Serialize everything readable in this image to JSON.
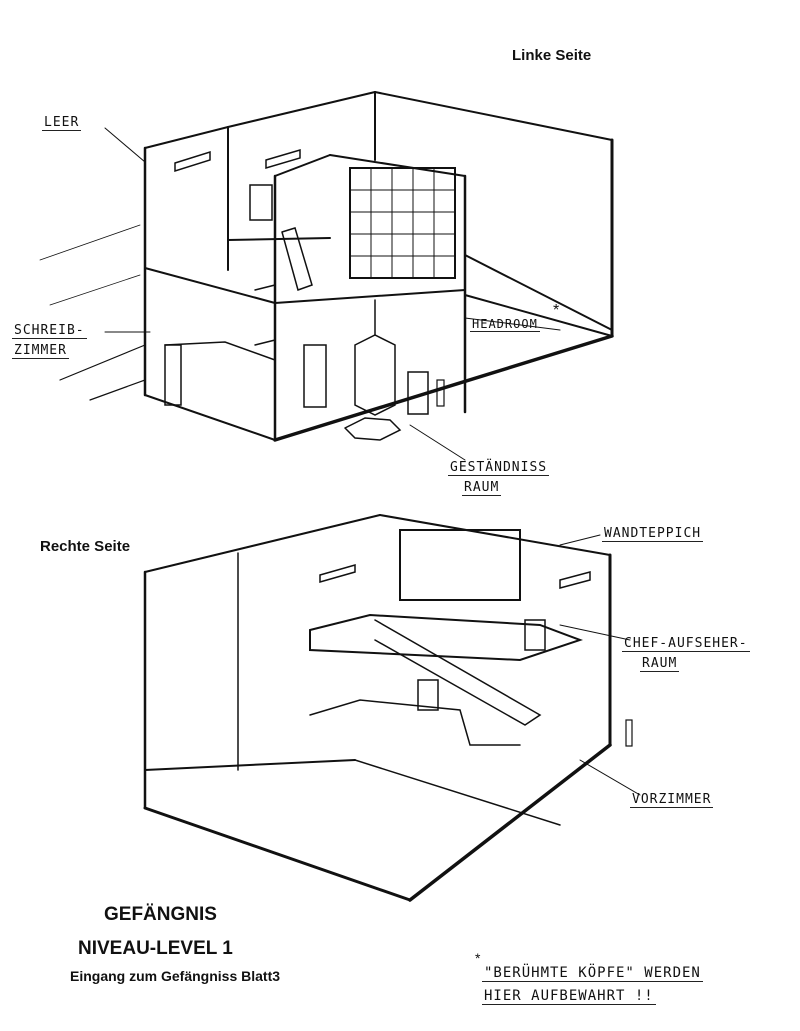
{
  "headings": {
    "left_side": "Linke Seite",
    "right_side": "Rechte Seite"
  },
  "labels_top": {
    "leer": "LEER",
    "schreibzimmer_1": "SCHREIB-",
    "schreibzimmer_2": "ZIMMER",
    "headroom": "HEADROOM",
    "headroom_mark": "*",
    "gestaendnis_1": "GESTÄNDNISS",
    "gestaendnis_2": "RAUM"
  },
  "labels_bottom": {
    "wandteppich": "WANDTEPPICH",
    "chef_1": "CHEF-AUFSEHER-",
    "chef_2": "RAUM",
    "vorzimmer": "VORZIMMER"
  },
  "title": {
    "line1": "GEFÄNGNIS",
    "line2": "NIVEAU-LEVEL 1",
    "line3": "Eingang zum Gefängniss Blatt3"
  },
  "note": {
    "mark": "*",
    "line1": "\"BERÜHMTE KÖPFE\" WERDEN",
    "line2": "HIER AUFBEWAHRT !!"
  }
}
